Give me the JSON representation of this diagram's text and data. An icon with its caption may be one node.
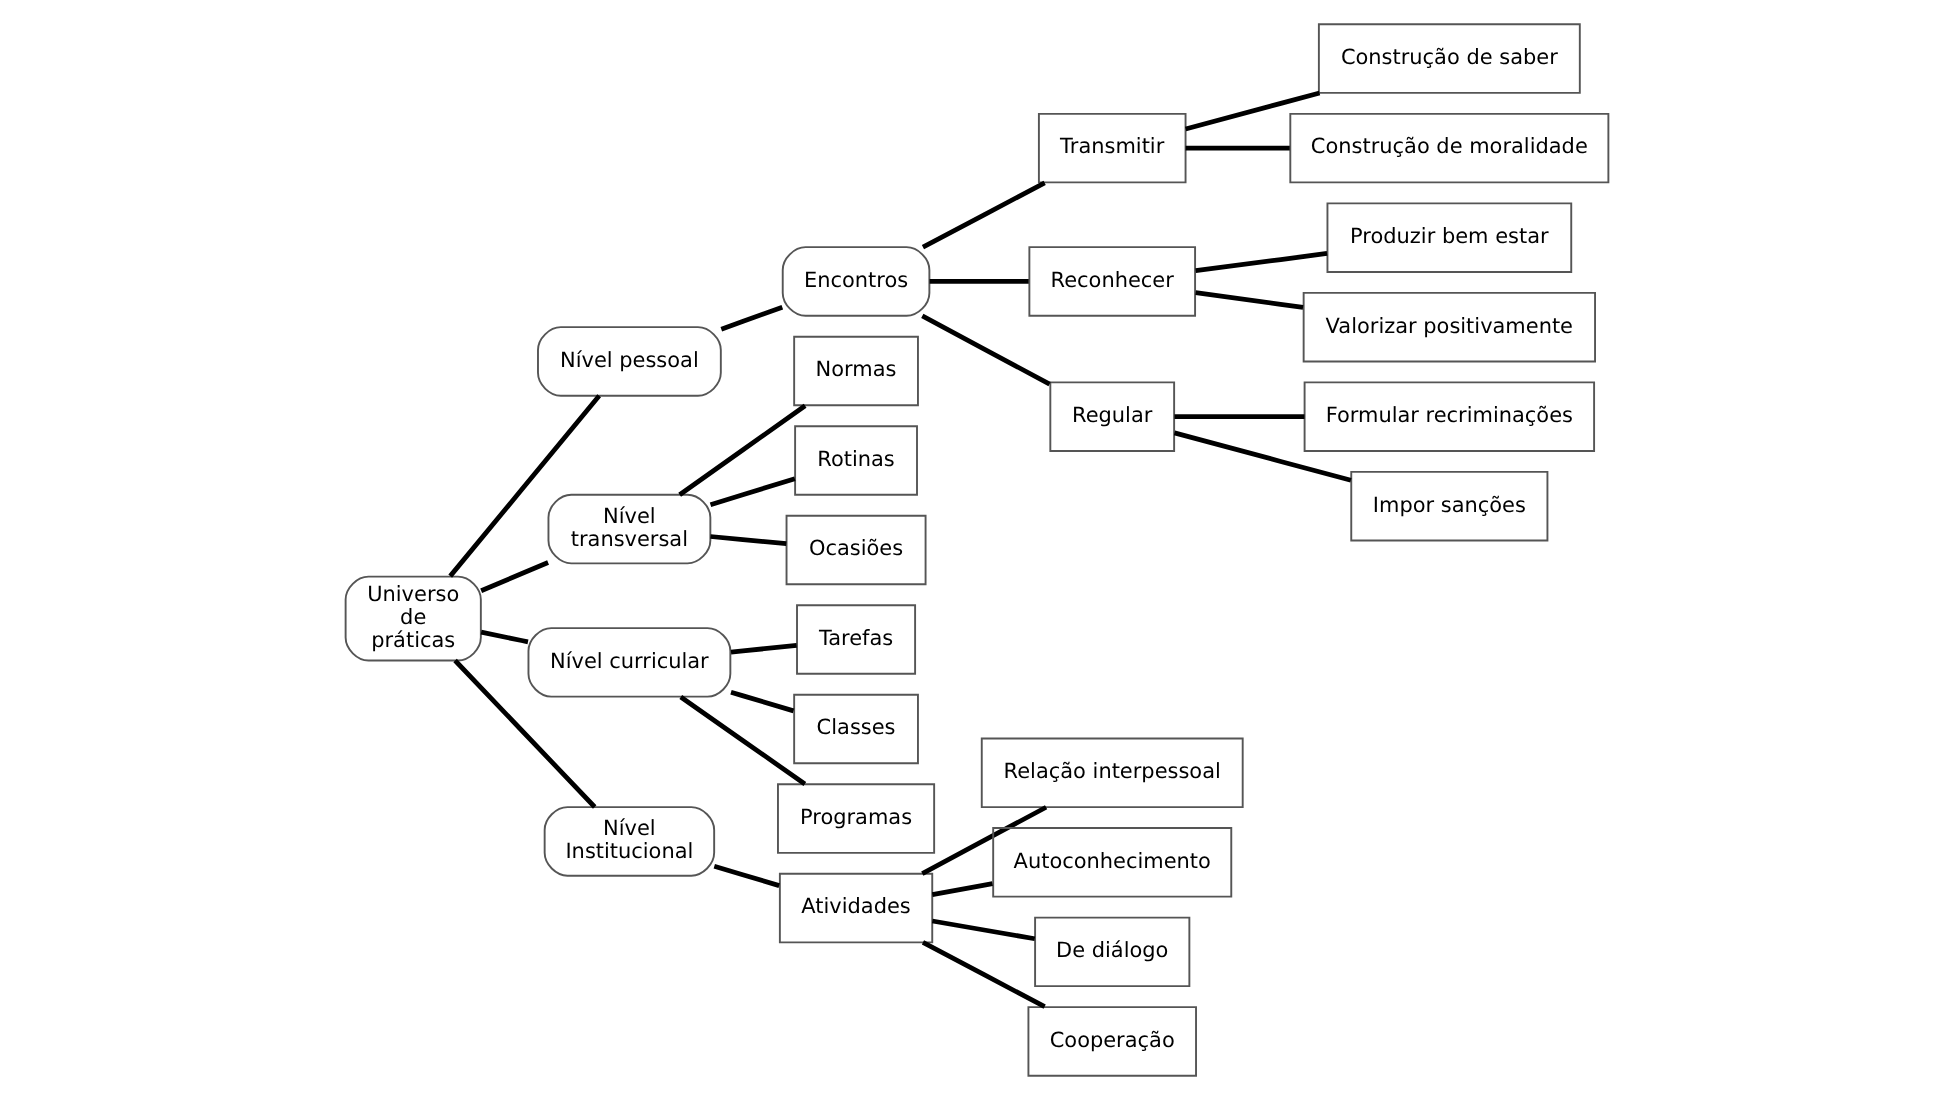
{
  "diagram": {
    "nodes": [
      {
        "text": [
          "Universo de práticas"
        ]
      },
      {
        "text": [
          "Nível pessoal"
        ]
      },
      {
        "text": [
          "Encontros"
        ]
      },
      {
        "text": [
          "Transmitir"
        ]
      },
      {
        "text": [
          "Construção de saber"
        ]
      },
      {
        "text": [
          "Construção de moralidade"
        ]
      },
      {
        "text": [
          "Reconhecer"
        ]
      },
      {
        "text": [
          "Produzir bem estar"
        ]
      },
      {
        "text": [
          "Valorizar positivamente"
        ]
      },
      {
        "text": [
          "Regular"
        ]
      },
      {
        "text": [
          "Formular recriminações"
        ]
      },
      {
        "text": [
          "Impor sanções"
        ]
      },
      {
        "text": [
          "Nível transversal"
        ]
      },
      {
        "text": [
          "Normas"
        ]
      },
      {
        "text": [
          "Rotinas"
        ]
      },
      {
        "text": [
          "Ocasiões"
        ]
      },
      {
        "text": [
          "Nível curricular"
        ]
      },
      {
        "text": [
          "Tarefas"
        ]
      },
      {
        "text": [
          "Classes"
        ]
      },
      {
        "text": [
          "Programas"
        ]
      },
      {
        "text": [
          "Nível Institucional"
        ]
      },
      {
        "text": [
          "Atividades"
        ]
      },
      {
        "text": [
          "Relação interpessoal"
        ]
      },
      {
        "text": [
          "Autoconhecimento"
        ]
      },
      {
        "text": [
          "De diálogo"
        ]
      },
      {
        "text": [
          "Cooperação"
        ]
      }
    ],
    "edges": [
      {
        "from": 0,
        "to": 1,
        "arrow": "none"
      },
      {
        "from": 1,
        "to": 2,
        "arrow": "none"
      },
      {
        "from": 2,
        "to": 3,
        "arrow": "none"
      },
      {
        "from": 3,
        "to": 4,
        "arrow": "none"
      },
      {
        "from": 3,
        "to": 5,
        "arrow": "none"
      },
      {
        "from": 2,
        "to": 6,
        "arrow": "none"
      },
      {
        "from": 6,
        "to": 7,
        "arrow": "none"
      },
      {
        "from": 6,
        "to": 8,
        "arrow": "none"
      },
      {
        "from": 2,
        "to": 9,
        "arrow": "none"
      },
      {
        "from": 9,
        "to": 10,
        "arrow": "none"
      },
      {
        "from": 9,
        "to": 11,
        "arrow": "none"
      },
      {
        "from": 0,
        "to": 12,
        "arrow": "none"
      },
      {
        "from": 12,
        "to": 13,
        "arrow": "none"
      },
      {
        "from": 12,
        "to": 14,
        "arrow": "none"
      },
      {
        "from": 12,
        "to": 15,
        "arrow": "none"
      },
      {
        "from": 0,
        "to": 16,
        "arrow": "none"
      },
      {
        "from": 16,
        "to": 17,
        "arrow": "none"
      },
      {
        "from": 16,
        "to": 18,
        "arrow": "none"
      },
      {
        "from": 16,
        "to": 19,
        "arrow": "none"
      },
      {
        "from": 0,
        "to": 20,
        "arrow": "none"
      },
      {
        "from": 20,
        "to": 21,
        "arrow": "none"
      },
      {
        "from": 21,
        "to": 22,
        "arrow": "none"
      },
      {
        "from": 21,
        "to": 23,
        "arrow": "none"
      },
      {
        "from": 21,
        "to": 24,
        "arrow": "none"
      },
      {
        "from": 21,
        "to": 25,
        "arrow": "none"
      }
    ]
  }
}
